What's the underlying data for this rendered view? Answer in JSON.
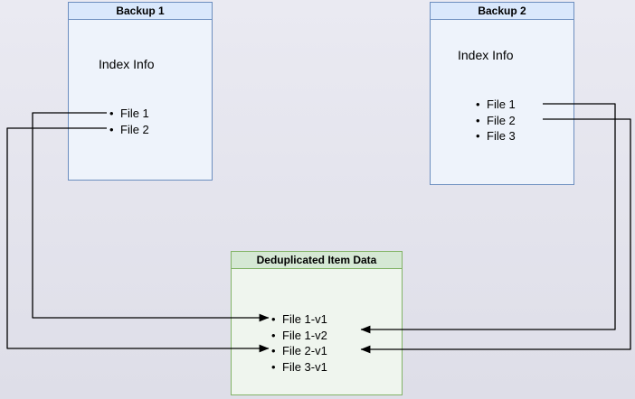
{
  "colors": {
    "background_top": "#eaeaf2",
    "background_bottom": "#dedee8",
    "blue_border": "#6c8ebf",
    "blue_header_fill": "#dae8fc",
    "blue_body_fill": "#eef3fb",
    "green_border": "#82b366",
    "green_header_fill": "#d5e8d4",
    "green_body_fill": "#eff5ee",
    "arrow": "#000000"
  },
  "boxes": {
    "backup1": {
      "title": "Backup 1",
      "subtitle": "Index Info",
      "items": [
        "File 1",
        "File 2"
      ]
    },
    "backup2": {
      "title": "Backup 2",
      "subtitle": "Index Info",
      "items": [
        "File 1",
        "File 2",
        "File 3"
      ]
    },
    "dedup": {
      "title": "Deduplicated Item Data",
      "items": [
        "File 1-v1",
        "File 1-v2",
        "File 2-v1",
        "File 3-v1"
      ]
    }
  },
  "connections": [
    {
      "from": "Backup 1 / File 1",
      "to": "File 1-v1"
    },
    {
      "from": "Backup 1 / File 2",
      "to": "File 2-v1"
    },
    {
      "from": "Backup 2 / File 1",
      "to": "File 1-v2"
    },
    {
      "from": "Backup 2 / File 2",
      "to": "File 2-v1"
    }
  ]
}
